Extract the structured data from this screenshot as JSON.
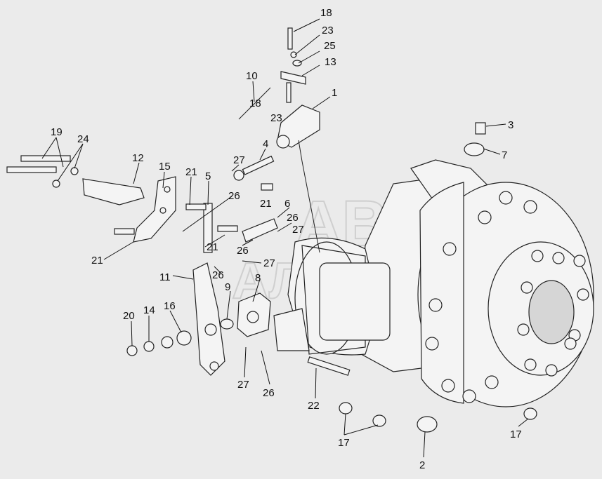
{
  "watermark": {
    "line1": "АВТО",
    "line2": "АЛЬЯНС"
  },
  "callouts": [
    {
      "id": "c18a",
      "text": "18"
    },
    {
      "id": "c23a",
      "text": "23"
    },
    {
      "id": "c25",
      "text": "25"
    },
    {
      "id": "c13",
      "text": "13"
    },
    {
      "id": "c10",
      "text": "10"
    },
    {
      "id": "c1",
      "text": "1"
    },
    {
      "id": "c18b",
      "text": "18"
    },
    {
      "id": "c23b",
      "text": "23"
    },
    {
      "id": "c3",
      "text": "3"
    },
    {
      "id": "c7",
      "text": "7"
    },
    {
      "id": "c19",
      "text": "19"
    },
    {
      "id": "c24",
      "text": "24"
    },
    {
      "id": "c12",
      "text": "12"
    },
    {
      "id": "c15",
      "text": "15"
    },
    {
      "id": "c21a",
      "text": "21"
    },
    {
      "id": "c5",
      "text": "5"
    },
    {
      "id": "c4",
      "text": "4"
    },
    {
      "id": "c27a",
      "text": "27"
    },
    {
      "id": "c26a",
      "text": "26"
    },
    {
      "id": "c21b",
      "text": "21"
    },
    {
      "id": "c6",
      "text": "6"
    },
    {
      "id": "c26b",
      "text": "26"
    },
    {
      "id": "c27b",
      "text": "27"
    },
    {
      "id": "c21c",
      "text": "21"
    },
    {
      "id": "c26c",
      "text": "26"
    },
    {
      "id": "c27c",
      "text": "27"
    },
    {
      "id": "c21d",
      "text": "21"
    },
    {
      "id": "c11",
      "text": "11"
    },
    {
      "id": "c26d",
      "text": "26"
    },
    {
      "id": "c8",
      "text": "8"
    },
    {
      "id": "c9",
      "text": "9"
    },
    {
      "id": "c20",
      "text": "20"
    },
    {
      "id": "c14",
      "text": "14"
    },
    {
      "id": "c16",
      "text": "16"
    },
    {
      "id": "c27d",
      "text": "27"
    },
    {
      "id": "c26e",
      "text": "26"
    },
    {
      "id": "c22",
      "text": "22"
    },
    {
      "id": "c17a",
      "text": "17"
    },
    {
      "id": "c2",
      "text": "2"
    },
    {
      "id": "c17b",
      "text": "17"
    }
  ]
}
